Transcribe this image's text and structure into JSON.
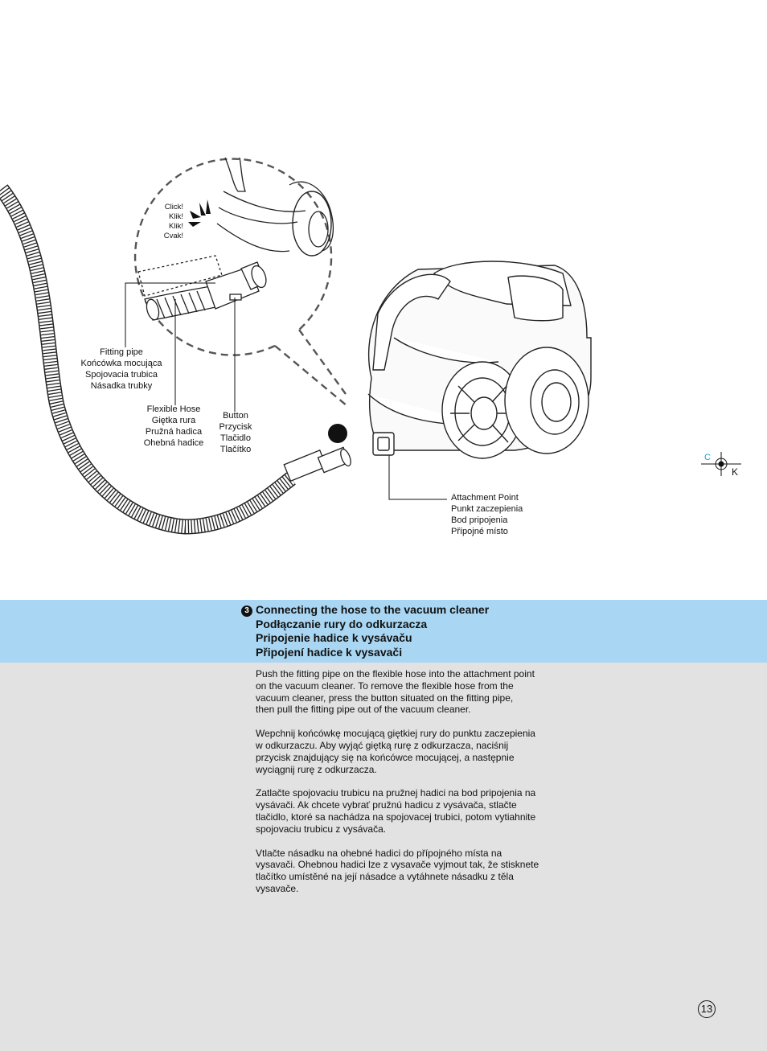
{
  "callouts": {
    "clicks": [
      "Click!",
      "Klik!",
      "Klik!",
      "Cvak!"
    ],
    "fitting_pipe": [
      "Fitting pipe",
      "Końcówka mocująca",
      "Spojovacia trubica",
      "Násadka trubky"
    ],
    "flexible_hose": [
      "Flexible Hose",
      "Giętka rura",
      "Pružná hadica",
      "Ohebná hadice"
    ],
    "button": [
      "Button",
      "Przycisk",
      "Tlačidlo",
      "Tlačítko"
    ],
    "attachment_point": [
      "Attachment Point",
      "Punkt zaczepienia",
      "Bod pripojenia",
      "Přípojné místo"
    ]
  },
  "registration": {
    "c": "C",
    "k": "K"
  },
  "section": {
    "step_number": "3",
    "titles": [
      "Connecting the hose to the vacuum cleaner",
      "Podłączanie rury do odkurzacza",
      "Pripojenie hadice k vysávaču",
      "Připojení hadice k vysavači"
    ],
    "paragraphs": [
      "Push the fitting pipe on the flexible hose into the attachment point\non the vacuum cleaner. To remove the flexible hose from the\nvacuum cleaner, press the button situated on the fitting pipe,\nthen pull the fitting pipe out of the vacuum cleaner.",
      "Wepchnij końcówkę mocującą giętkiej rury do punktu zaczepienia\nw odkurzaczu. Aby wyjąć giętką rurę z odkurzacza, naciśnij\nprzycisk znajdujący się na końcówce mocującej, a następnie\nwyciągnij rurę z odkurzacza.",
      "Zatlačte spojovaciu trubicu na pružnej hadici na bod pripojenia na\nvysávači. Ak chcete vybrať pružnú hadicu z vysávača, stlačte\ntlačidlo, ktoré sa nachádza na spojovacej trubici, potom vytiahnite\nspojovaciu trubicu z vysávača.",
      "Vtlačte násadku na ohebné hadici do přípojného místa na\nvysavači. Ohebnou hadici lze z vysavače vyjmout tak, že stisknete\ntlačítko umístěné na její násadce a vytáhnete násadku z těla\nvysavače."
    ]
  },
  "page_number": "13"
}
